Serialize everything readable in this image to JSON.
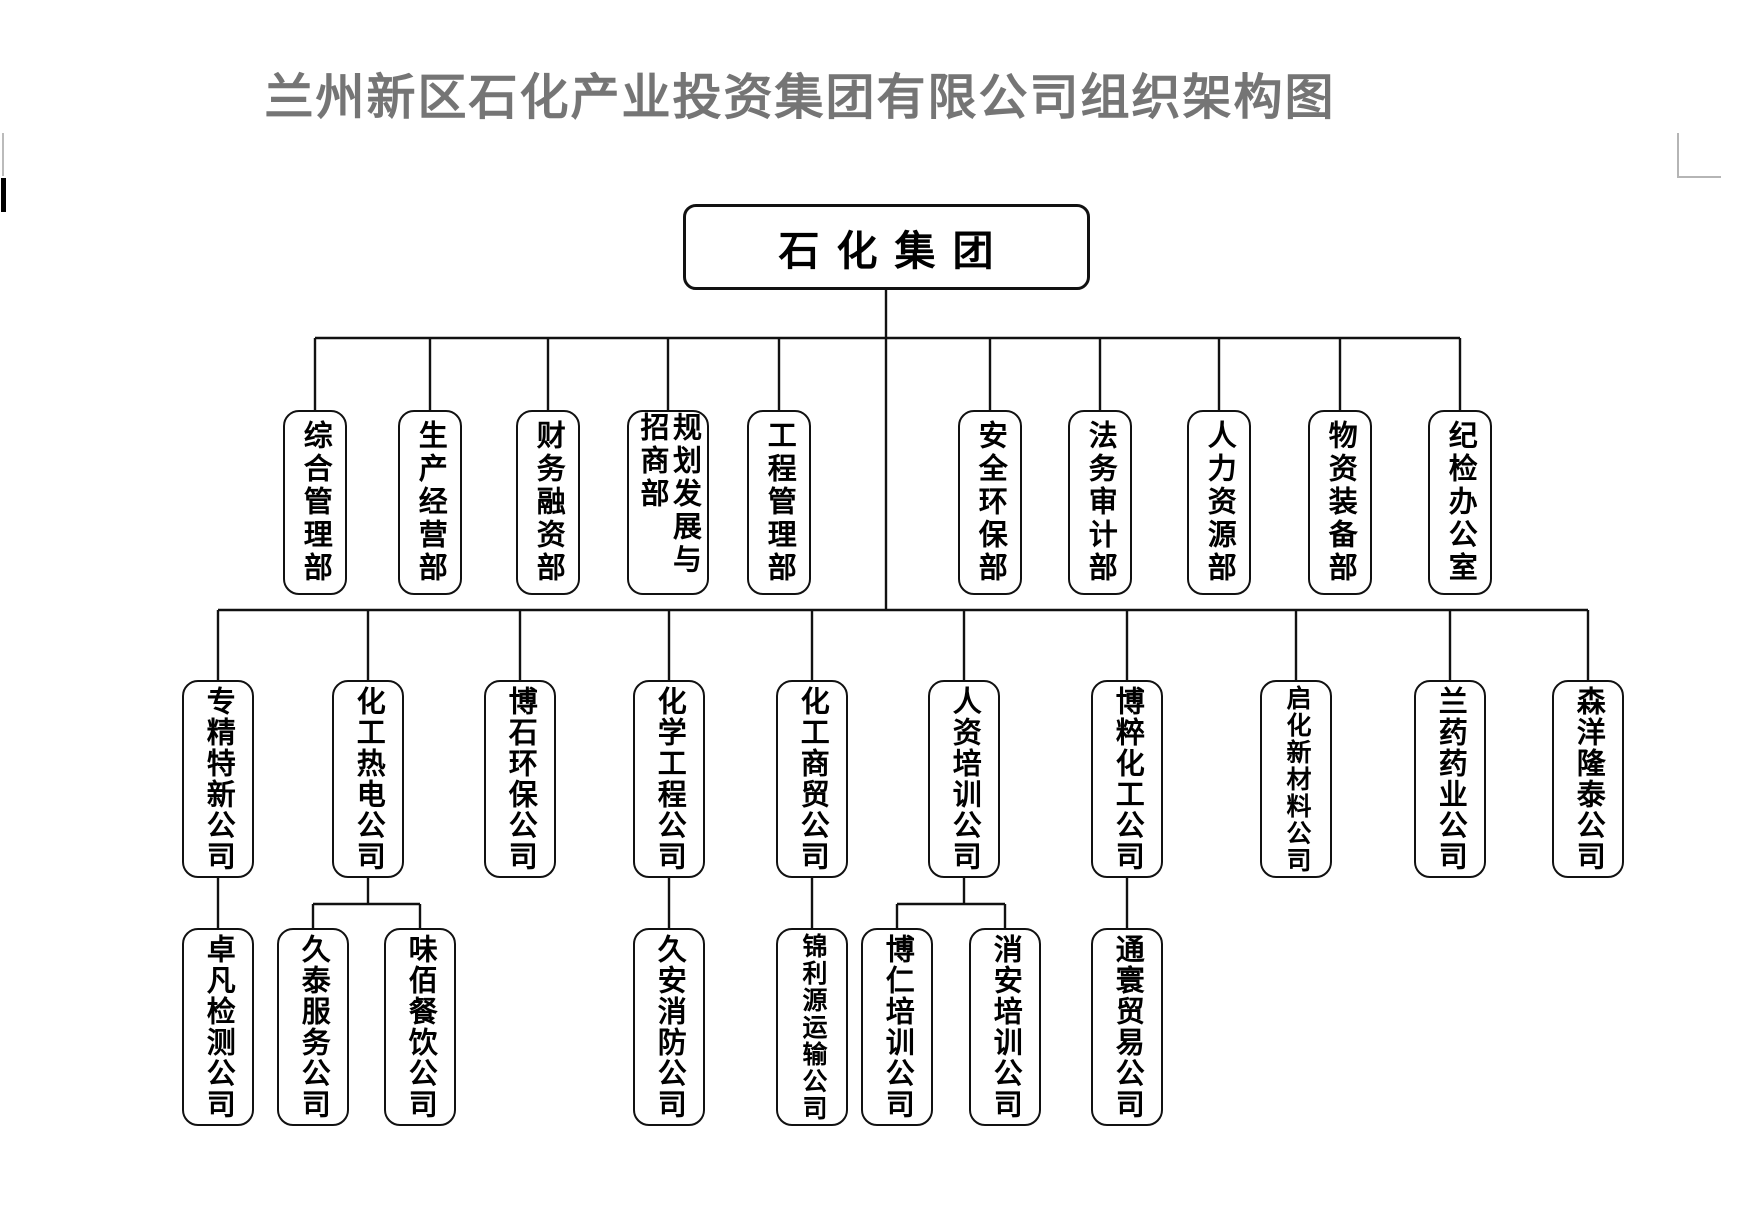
{
  "title": "兰州新区石化产业投资集团有限公司组织架构图",
  "root": {
    "label": "石化集团"
  },
  "departments": [
    {
      "label": "综合管理部"
    },
    {
      "label": "生产经营部"
    },
    {
      "label": "财务融资部"
    },
    {
      "label": "规划发展与招商部"
    },
    {
      "label": "工程管理部"
    },
    {
      "label": "安全环保部"
    },
    {
      "label": "法务审计部"
    },
    {
      "label": "人力资源部"
    },
    {
      "label": "物资装备部"
    },
    {
      "label": "纪检办公室"
    }
  ],
  "companies": [
    {
      "label": "专精特新公司",
      "children": [
        {
          "label": "卓凡检测公司"
        }
      ]
    },
    {
      "label": "化工热电公司",
      "children": [
        {
          "label": "久泰服务公司"
        },
        {
          "label": "味佰餐饮公司"
        }
      ]
    },
    {
      "label": "博石环保公司",
      "children": []
    },
    {
      "label": "化学工程公司",
      "children": [
        {
          "label": "久安消防公司"
        }
      ]
    },
    {
      "label": "化工商贸公司",
      "children": [
        {
          "label": "锦利源运输公司"
        }
      ]
    },
    {
      "label": "人资培训公司",
      "children": [
        {
          "label": "博仁培训公司"
        },
        {
          "label": "消安培训公司"
        }
      ]
    },
    {
      "label": "博粹化工公司",
      "children": [
        {
          "label": "通寰贸易公司"
        }
      ]
    },
    {
      "label": "启化新材料公司",
      "children": []
    },
    {
      "label": "兰药药业公司",
      "children": []
    },
    {
      "label": "森洋隆泰公司",
      "children": []
    }
  ],
  "colors": {
    "background": "#ffffff",
    "line": "#111111",
    "box_border": "#111111",
    "node_text": "#000000",
    "title_text": "#757575"
  }
}
